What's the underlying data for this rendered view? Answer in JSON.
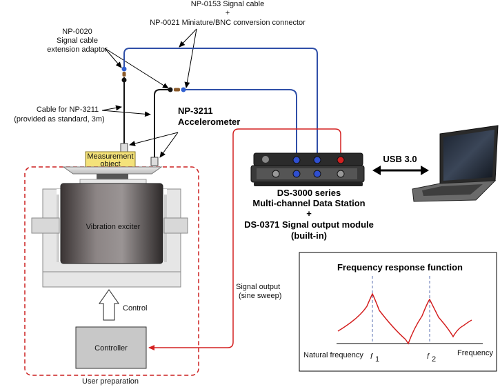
{
  "labels": {
    "signal_cable_line1": "NP-0153 Signal cable",
    "plus1": "+",
    "signal_cable_line2": "NP-0021 Miniature/BNC conversion connector",
    "adaptor_line1": "NP-0020",
    "adaptor_line2": "Signal cable",
    "adaptor_line3": "extension adaptor",
    "cable_line1": "Cable for NP-3211",
    "cable_line2": "(provided as standard, 3m)",
    "accel_line1": "NP-3211",
    "accel_line2": "Accelerometer",
    "measurement_line1": "Measurement",
    "measurement_line2": "object",
    "exciter": "Vibration exciter",
    "control": "Control",
    "controller": "Controller",
    "user_prep": "User preparation",
    "signal_out_line1": "Signal output",
    "signal_out_line2": "(sine sweep)",
    "usb": "USB 3.0",
    "ds_line1": "DS-3000 series",
    "ds_line2": "Multi-channel Data Station",
    "plus2": "+",
    "ds_line3": "DS-0371 Signal output module",
    "ds_line4": "(built-in)",
    "frf_title": "Frequency response function",
    "natural_frequency": "Natural frequency",
    "f1": "f",
    "f1_sub": "1",
    "f2": "f",
    "f2_sub": "2",
    "frequency": "Frequency"
  },
  "colors": {
    "blue_cable": "#2f4fa8",
    "red_cable": "#d42020",
    "dashed_box": "#cc1f1f",
    "curve": "#d42020",
    "ref_dash": "#5a6fb0"
  }
}
